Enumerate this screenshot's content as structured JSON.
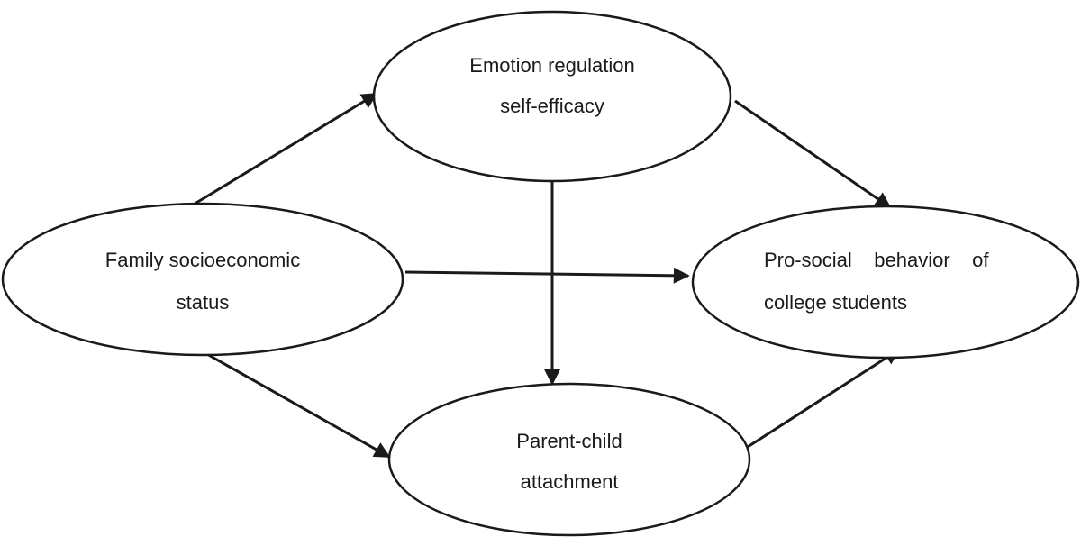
{
  "diagram": {
    "nodes": {
      "emotion": {
        "line1": "Emotion regulation",
        "line2": "self-efficacy"
      },
      "family": {
        "line1": "Family socioeconomic",
        "line2": "status"
      },
      "prosocial": {
        "line1": "Pro-social    behavior    of",
        "line2": "college students"
      },
      "parent": {
        "line1": "Parent-child",
        "line2": "attachment"
      }
    },
    "edges": [
      {
        "from": "family",
        "to": "emotion"
      },
      {
        "from": "family",
        "to": "prosocial"
      },
      {
        "from": "family",
        "to": "parent"
      },
      {
        "from": "emotion",
        "to": "prosocial"
      },
      {
        "from": "emotion",
        "to": "parent"
      },
      {
        "from": "parent",
        "to": "prosocial"
      }
    ]
  }
}
